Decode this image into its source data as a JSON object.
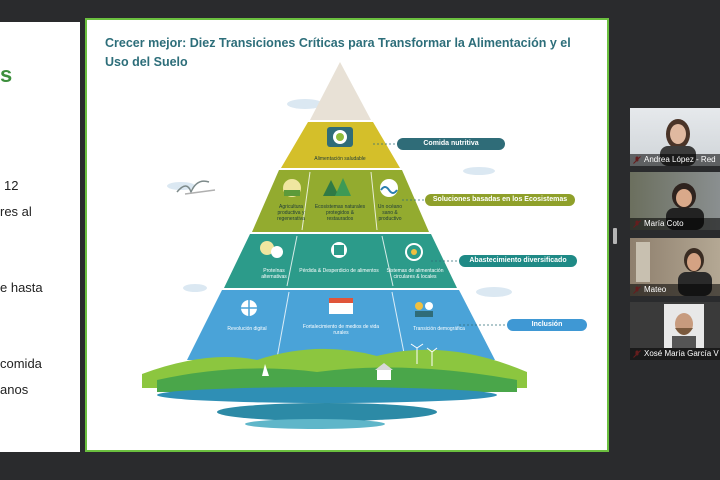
{
  "left_slide": {
    "fragments": [
      "s",
      "12",
      "res al",
      "e hasta",
      "comida",
      "anos"
    ]
  },
  "slide": {
    "title": "Crecer mejor: Diez Transiciones Críticas para Transformar la Alimentación y el Uso del Suelo",
    "tiers": [
      {
        "label": "Comida nutritiva",
        "color": "#2f6c78"
      },
      {
        "label": "Soluciones basadas en los Ecosistemas",
        "color": "#8fa02a"
      },
      {
        "label": "Abastecimiento diversificado",
        "color": "#1f8a86"
      },
      {
        "label": "Inclusión",
        "color": "#3f98d4"
      }
    ],
    "pyramid_items": [
      "Alimentación saludable",
      "Agricultura productiva y regenerativa",
      "Ecosistemas naturales protegidos & restaurados",
      "Un océano sano & productivo",
      "Proteínas alternativas",
      "Pérdida & Desperdicio de alimentos",
      "Sistemas de alimentación circulares & locales",
      "Revolución digital",
      "Fortalecimiento de medios de vida rurales",
      "Transición demográfica"
    ],
    "colors": {
      "peak": "#e8e1d6",
      "yellow": "#d4bf2a",
      "green": "#93ab2f",
      "teal": "#2c9b8a",
      "blue": "#4aa3d8",
      "border": "#6bbf3f",
      "title": "#2d6e7a"
    }
  },
  "participants": [
    {
      "name": "Andrea López - Red",
      "tile_color": "#d9dde2"
    },
    {
      "name": "María Coto",
      "tile_color": "#7a7f84"
    },
    {
      "name": "Mateo",
      "tile_color": "#a49683"
    },
    {
      "name": "Xosé María García V",
      "tile_color": "#3a3a3a"
    }
  ]
}
